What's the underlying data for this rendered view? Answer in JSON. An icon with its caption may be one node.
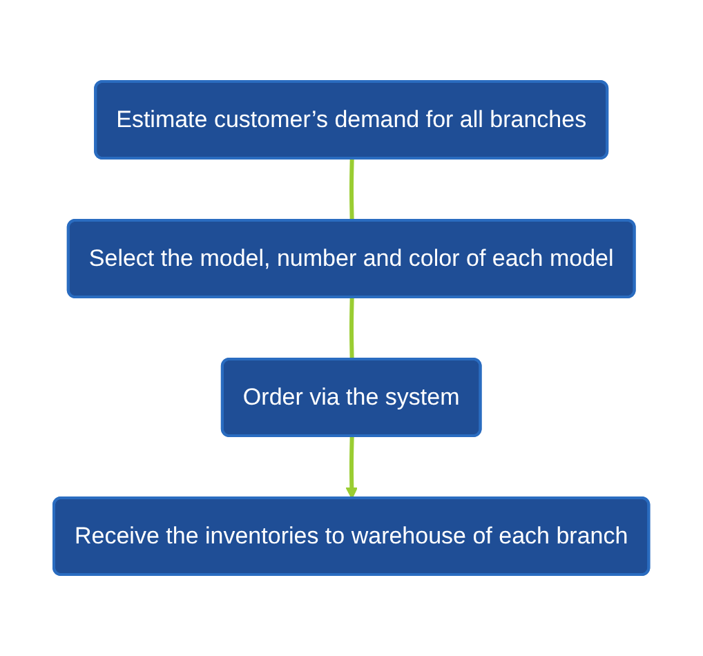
{
  "diagram": {
    "nodes": [
      {
        "text": [
          "Estimate customer’s demand for all branches"
        ]
      },
      {
        "text": [
          "Select the model, number and color of each model"
        ]
      },
      {
        "text": [
          "Order via the system"
        ]
      },
      {
        "text": [
          "Receive the inventories to warehouse of each branch"
        ]
      }
    ],
    "edges": [
      {
        "from": 0,
        "to": 1,
        "arrow": "none"
      },
      {
        "from": 1,
        "to": 2,
        "arrow": "none"
      },
      {
        "from": 2,
        "to": 3,
        "arrow": "to"
      }
    ]
  }
}
